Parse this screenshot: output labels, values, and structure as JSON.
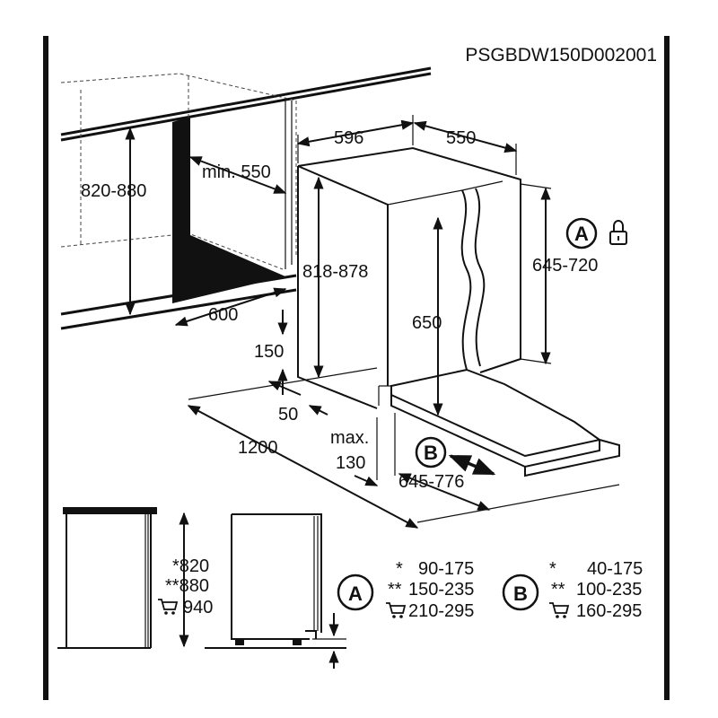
{
  "product_code": "PSGBDW150D002001",
  "dimensions": {
    "cabinet_height": "820-880",
    "min_depth": "min. 550",
    "niche_width": "600",
    "appliance_width": "596",
    "appliance_depth": "550",
    "appliance_height": "818-878",
    "door_height": "645-720",
    "inner_height": "650",
    "plinth_height": "150",
    "plinth_depth": "50",
    "total_depth": "1200",
    "max_label": "max.",
    "max_value": "130",
    "door_travel": "645-776"
  },
  "markers": {
    "a": "A",
    "b": "B"
  },
  "icons": {
    "lock": "lock-icon",
    "cart": "cart-icon"
  },
  "side_heights": {
    "row1": "*820",
    "row2": "**880",
    "row3": "940"
  },
  "table_a": {
    "row1_mark": "*",
    "row1_value": "90-175",
    "row2_mark": "**",
    "row2_value": "150-235",
    "row3_value": "210-295"
  },
  "table_b": {
    "row1_mark": "*",
    "row1_value": "40-175",
    "row2_mark": "**",
    "row2_value": "100-235",
    "row3_value": "160-295"
  }
}
